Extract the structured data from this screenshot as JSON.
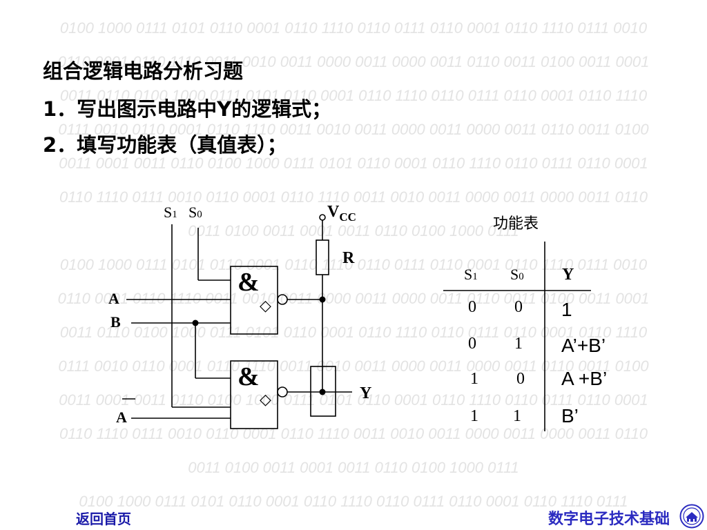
{
  "background": {
    "binary_lines": [
      "0100 1000 0111 0101 0110 0001 0110 1110 0110 0111 0110 0001 0110 1110 0111 0010",
      "0110 0001 0110 1110 0011 0010 0011 0000 0011 0000 0011 0110 0011 0100 0011 0001",
      "0011 0110 0100 1000 0111 0101 0110 0001 0110 1110 0110 0111 0110 0001 0110 1110",
      "0111 0010 0110 0001 0110 1110 0011 0010 0011 0000 0011 0000 0011 0110 0011 0100",
      "0011 0001 0011 0110 0100 1000 0111 0101 0110 0001 0110 1110 0110 0111 0110 0001",
      "0110 1110 0111 0010 0110 0001 0110 1110 0011 0010 0011 0000 0011 0000 0011 0110",
      "0011 0100 0011 0001 0011 0110 0100 1000 0111",
      "0100 1000 0111 0101 0110 0001 0110 1110 0110 0111 0110 0001 0110 1110 0111 0010",
      "0110 0001 0110 1110 0011 0010 0011 0000 0011 0000 0011 0110 0011 0100 0011 0001",
      "0011 0110 0100 1000 0111 0101 0110 0001 0110 1110 0110 0111 0110 0001 0110 1110",
      "0111 0010 0110 0001 0110 1110 0011 0010 0011 0000 0011 0000 0011 0110 0011 0100",
      "0011 0001 0011 0110 0100 1000 0111 0101 0110 0001 0110 1110 0110 0111 0110 0001",
      "0110 1110 0111 0010 0110 0001 0110 1110 0011 0010 0011 0000 0011 0000 0011 0110",
      "0011 0100 0011 0001 0011 0110 0100 1000 0111",
      "0100 1000 0111 0101 0110 0001 0110 1110 0110 0111 0110 0001 0110 1110 0111"
    ]
  },
  "heading": {
    "title": "组合逻辑电路分析习题",
    "q1": "1．写出图示电路中Y的逻辑式；",
    "q2": "2．填写功能表（真值表）；"
  },
  "circuit": {
    "s1_label": "S",
    "s1_sub": "1",
    "s0_label": "S",
    "s0_sub": "0",
    "vcc_label": "V",
    "vcc_sub": "CC",
    "r_label": "R",
    "a_label": "A",
    "b_label": "B",
    "a_bar_label": "A",
    "y_label": "Y",
    "gate_symbol": "&",
    "oc_symbol": "◇"
  },
  "function_table": {
    "caption": "功能表",
    "headers": {
      "s1": "S",
      "s1_sub": "1",
      "s0": "S",
      "s0_sub": "0",
      "y": "Y"
    },
    "rows": [
      {
        "s1": "0",
        "s0": "0",
        "y": "1"
      },
      {
        "s1": "0",
        "s0": "1",
        "y": "A’+B’"
      },
      {
        "s1": "1",
        "s0": "0",
        "y": "A +B’"
      },
      {
        "s1": "1",
        "s0": "1",
        "y": "B’"
      }
    ]
  },
  "footer": {
    "back_link": "返回首页",
    "brand": "数字电子技术基础",
    "emblem_icon": "university-emblem-icon"
  },
  "colors": {
    "link": "#1a1aa8",
    "brand": "#2b2bc0",
    "watermark": "#e3e3e3"
  }
}
